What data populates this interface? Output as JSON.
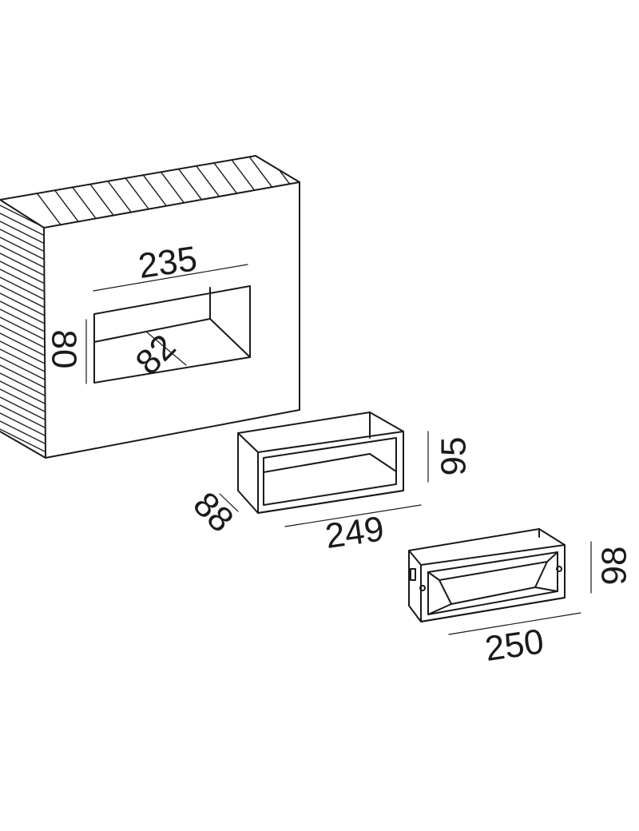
{
  "wall_opening": {
    "width": "235",
    "height": "80",
    "depth": "82"
  },
  "recessed_box": {
    "height": "95",
    "depth": "88",
    "width": "249"
  },
  "lamp": {
    "height": "98",
    "width": "250"
  },
  "colors": {
    "line": "#1a1a1a",
    "background": "#ffffff"
  }
}
